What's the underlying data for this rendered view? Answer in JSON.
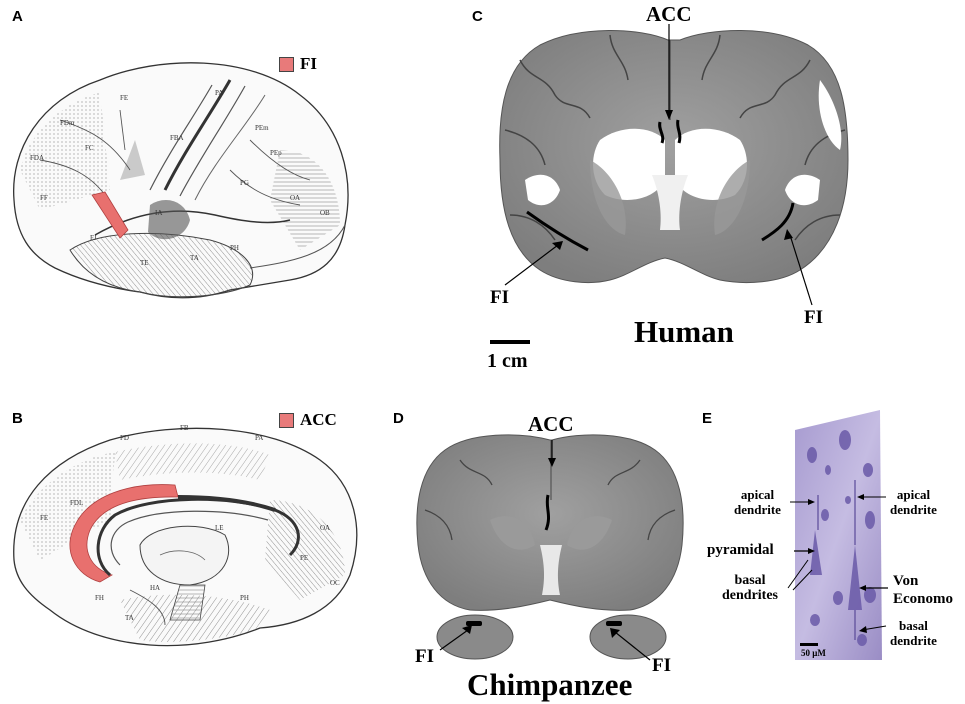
{
  "panels": {
    "a": "A",
    "b": "B",
    "c": "C",
    "d": "D",
    "e": "E"
  },
  "legend_a": {
    "label": "FI",
    "color": "#e87a7a"
  },
  "legend_b": {
    "label": "ACC",
    "color": "#e87a7a"
  },
  "panel_c": {
    "acc": "ACC",
    "fi_left": "FI",
    "fi_right": "FI",
    "scale": "1 cm",
    "species": "Human"
  },
  "panel_d": {
    "acc": "ACC",
    "fi_left": "FI",
    "fi_right": "FI",
    "species": "Chimpanzee"
  },
  "panel_e": {
    "apical_left": "apical\ndendrite",
    "apical_right": "apical\ndendrite",
    "pyramidal": "pyramidal",
    "basal_left": "basal\ndendrites",
    "von_economo": "Von\nEconomo",
    "basal_right": "basal\ndendrite",
    "scale": "50 μM"
  },
  "colors": {
    "highlight": "#e8706e",
    "tissue": "#8a8a8a",
    "nissl": "#9b8fc6"
  }
}
